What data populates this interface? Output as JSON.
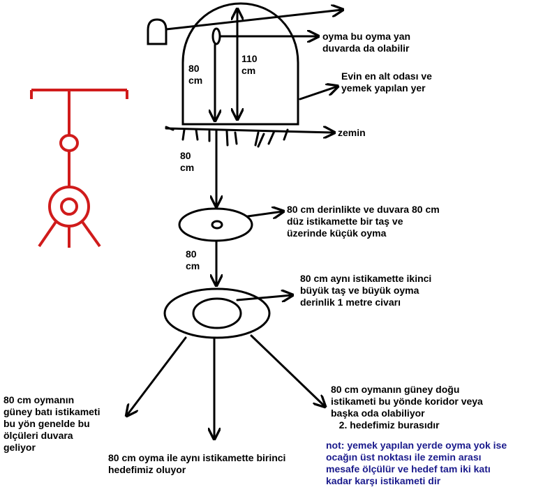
{
  "colors": {
    "ink": "#000000",
    "symbol": "#d01b1b",
    "note": "#1a1a8c"
  },
  "labels": {
    "oyma_yan_duvar": "oyma bu oyma yan\nduvarda da olabilir",
    "dim_110": "110\ncm",
    "dim_80_left": "80\ncm",
    "alt_oda": "Evin en alt odası ve\nyemek yapılan yer",
    "zemin": "zemin",
    "dim_80_below": "80\ncm",
    "tas_1": "80 cm derinlikte ve duvara 80 cm\ndüz istikamette bir taş ve\nüzerinde küçük oyma",
    "dim_80_mid": "80\ncm",
    "tas_2": "80 cm aynı istikamette ikinci\nbüyük taş ve büyük oyma\nderinlik 1 metre civarı",
    "guney_bati": "80 cm oymanın\ngüney batı istikameti\nbu yön genelde bu\nölçüleri duvara\ngeliyor",
    "birinci_hedef": "80 cm oyma ile aynı istikamette birinci\nhedefimiz oluyor",
    "guney_dogu": "80 cm oymanın güney doğu\nistikameti bu yönde koridor veya\nbaşka oda olabiliyor\n   2. hedefimiz burasıdır",
    "note": "not: yemek yapılan yerde oyma yok ise\nocağın üst noktası ile zemin arası\nmesafe ölçülür ve hedef tam iki katı\nkadar karşı istikameti dir"
  }
}
